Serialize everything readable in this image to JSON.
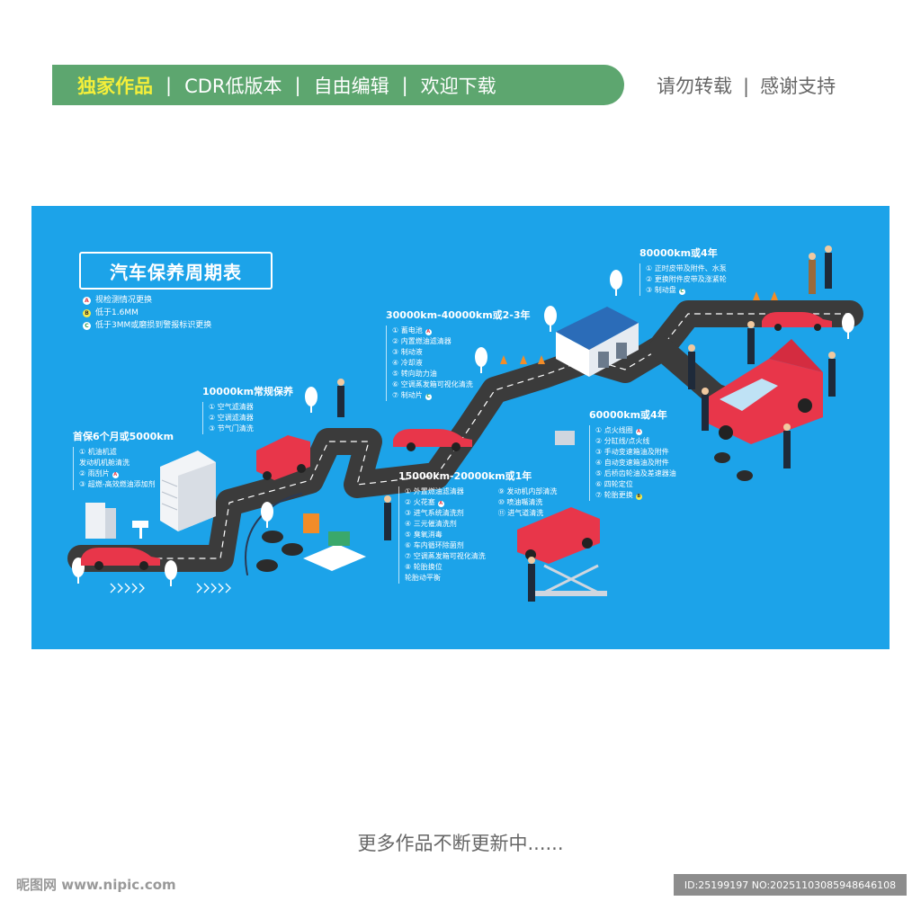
{
  "top_banner": {
    "exclusive": "独家作品",
    "items": [
      "CDR低版本",
      "自由编辑",
      "欢迎下载"
    ],
    "separator": "|"
  },
  "top_right": {
    "items": [
      "请勿转载",
      "感谢支持"
    ]
  },
  "poster": {
    "title": "汽车保养周期表",
    "legend": [
      {
        "mark": "A",
        "text": "视检测情况更换"
      },
      {
        "mark": "B",
        "text": "低于1.6MM"
      },
      {
        "mark": "C",
        "text": "低于3MM或磨损到警报标识更换"
      }
    ],
    "stages": {
      "s1": {
        "heading": "首保6个月或5000km",
        "items": [
          "① 机油机滤",
          "    发动机机舱清洗",
          "② 雨刮片",
          "③ 超燃-高效燃油添加剂"
        ]
      },
      "s2": {
        "heading": "10000km常规保养",
        "items": [
          "① 空气滤清器",
          "② 空调滤清器",
          "③ 节气门清洗"
        ]
      },
      "s3": {
        "heading": "15000km-20000km或1年",
        "left": [
          "① 外置燃油滤清器",
          "② 火花塞",
          "③ 进气系统清洗剂",
          "④ 三元催清洗剂",
          "⑤ 臭氧消毒",
          "⑥ 车内循环除菌剂",
          "⑦ 空调蒸发箱可视化清洗",
          "⑧ 轮胎换位",
          "    轮胎动平衡"
        ],
        "right": [
          "⑨ 发动机内部清洗",
          "⑩ 喷油嘴清洗",
          "⑪ 进气道清洗"
        ]
      },
      "s4": {
        "heading": "30000km-40000km或2-3年",
        "items": [
          "① 蓄电池",
          "② 内置燃油滤清器",
          "③ 制动液",
          "④ 冷却液",
          "⑤ 转向助力油",
          "⑥ 空调蒸发箱可视化清洗",
          "⑦ 制动片"
        ]
      },
      "s5": {
        "heading": "60000km或4年",
        "items": [
          "① 点火线圈",
          "② 分缸线/点火线",
          "③ 手动变速箱油及附件",
          "④ 自动变速箱油及附件",
          "⑤ 后桥齿轮油及差速器油",
          "⑥ 四轮定位",
          "⑦ 轮胎更换"
        ]
      },
      "s6": {
        "heading": "80000km或4年",
        "items": [
          "① 正时皮带及附件、水泵",
          "② 更换附件皮带及涨紧轮",
          "③ 制动盘"
        ]
      }
    }
  },
  "footer": "更多作品不断更新中......",
  "watermark": {
    "site": "昵图网 www.nipic.com",
    "id": "ID:25199197 NO:20251103085948646108"
  },
  "colors": {
    "banner": "#5da66f",
    "panel": "#1ca3e9",
    "road": "#2b2b2b",
    "car": "#e8364a"
  }
}
